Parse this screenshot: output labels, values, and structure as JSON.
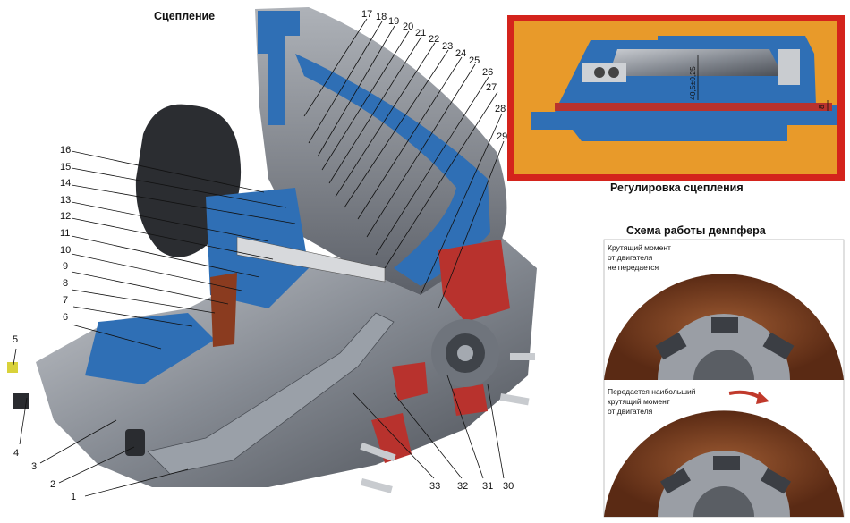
{
  "titles": {
    "main": "Сцепление",
    "adjustment": "Регулировка сцепления",
    "damper": "Схема работы демпфера"
  },
  "adjustment_inset": {
    "dimension_vertical": "40,5±0,25",
    "dimension_small": "8"
  },
  "damper_notes": {
    "top": [
      "Крутящий момент",
      "от двигателя",
      "не передается"
    ],
    "bottom": [
      "Передается наибольший",
      "крутящий момент",
      "от двигателя"
    ]
  },
  "callouts": [
    "1",
    "2",
    "3",
    "4",
    "5",
    "6",
    "7",
    "8",
    "9",
    "10",
    "11",
    "12",
    "13",
    "14",
    "15",
    "16",
    "17",
    "18",
    "19",
    "20",
    "21",
    "22",
    "23",
    "24",
    "25",
    "26",
    "27",
    "28",
    "29",
    "30",
    "31",
    "32",
    "33"
  ],
  "colors": {
    "housing_blue": "#2f6fb5",
    "casting_gray": "#8b9097",
    "cutaway_red": "#b8322d",
    "inset_frame_red": "#d4231c",
    "inset_bg_orange": "#e89a2a",
    "disc_brown": "#7a3a1e"
  }
}
